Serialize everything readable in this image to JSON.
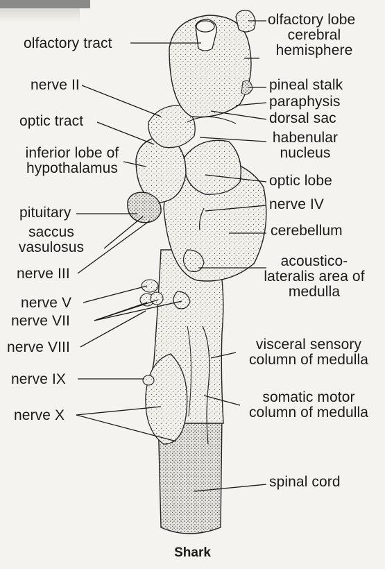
{
  "figure": {
    "caption": "Shark",
    "labels_left": {
      "olfactory_tract": "olfactory tract",
      "nerve_ii": "nerve II",
      "optic_tract": "optic tract",
      "inferior_lobe": [
        "inferior lobe of",
        "hypothalamus"
      ],
      "pituitary": "pituitary",
      "saccus_vasulosus": [
        "saccus",
        "vasulosus"
      ],
      "nerve_iii": "nerve III",
      "nerve_v": "nerve V",
      "nerve_vii": "nerve VII",
      "nerve_viii": "nerve VIII",
      "nerve_ix": "nerve IX",
      "nerve_x": "nerve X"
    },
    "labels_right": {
      "olfactory_lobe": "olfactory lobe",
      "cerebral_hemisphere": [
        "cerebral",
        "hemisphere"
      ],
      "pineal_stalk": "pineal stalk",
      "paraphysis": "paraphysis",
      "dorsal_sac": "dorsal sac",
      "habenular_nucleus": [
        "habenular",
        "nucleus"
      ],
      "optic_lobe": "optic lobe",
      "nerve_iv": "nerve IV",
      "cerebellum": "cerebellum",
      "acoustico_lateralis": [
        "acoustico-",
        "lateralis area of",
        "medulla"
      ],
      "visceral_sensory": [
        "visceral sensory",
        "column of medulla"
      ],
      "somatic_motor": [
        "somatic motor",
        "column of medulla"
      ],
      "spinal_cord": "spinal cord"
    }
  }
}
